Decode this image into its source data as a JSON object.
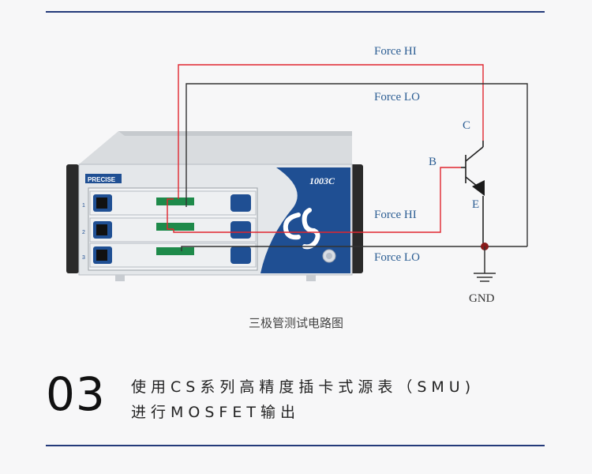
{
  "diagram": {
    "labels": {
      "force_hi_top": "Force HI",
      "force_lo_top": "Force LO",
      "force_hi_mid": "Force HI",
      "force_lo_mid": "Force LO",
      "node_c": "C",
      "node_b": "B",
      "node_e": "E",
      "gnd": "GND"
    },
    "device": {
      "brand": "PRECISE",
      "model": "1003C",
      "slot_numbers": [
        "1",
        "2",
        "3"
      ]
    },
    "colors": {
      "force_hi_wire": "#e0262f",
      "force_lo_wire": "#333333",
      "node_dot": "#8a1a1a",
      "accent": "#1f4f93",
      "rule": "#243a7a"
    },
    "caption": "三极管测试电路图"
  },
  "step": {
    "number": "03",
    "line1": "使用CS系列高精度插卡式源表（SMU)",
    "line2": "进行MOSFET输出"
  }
}
